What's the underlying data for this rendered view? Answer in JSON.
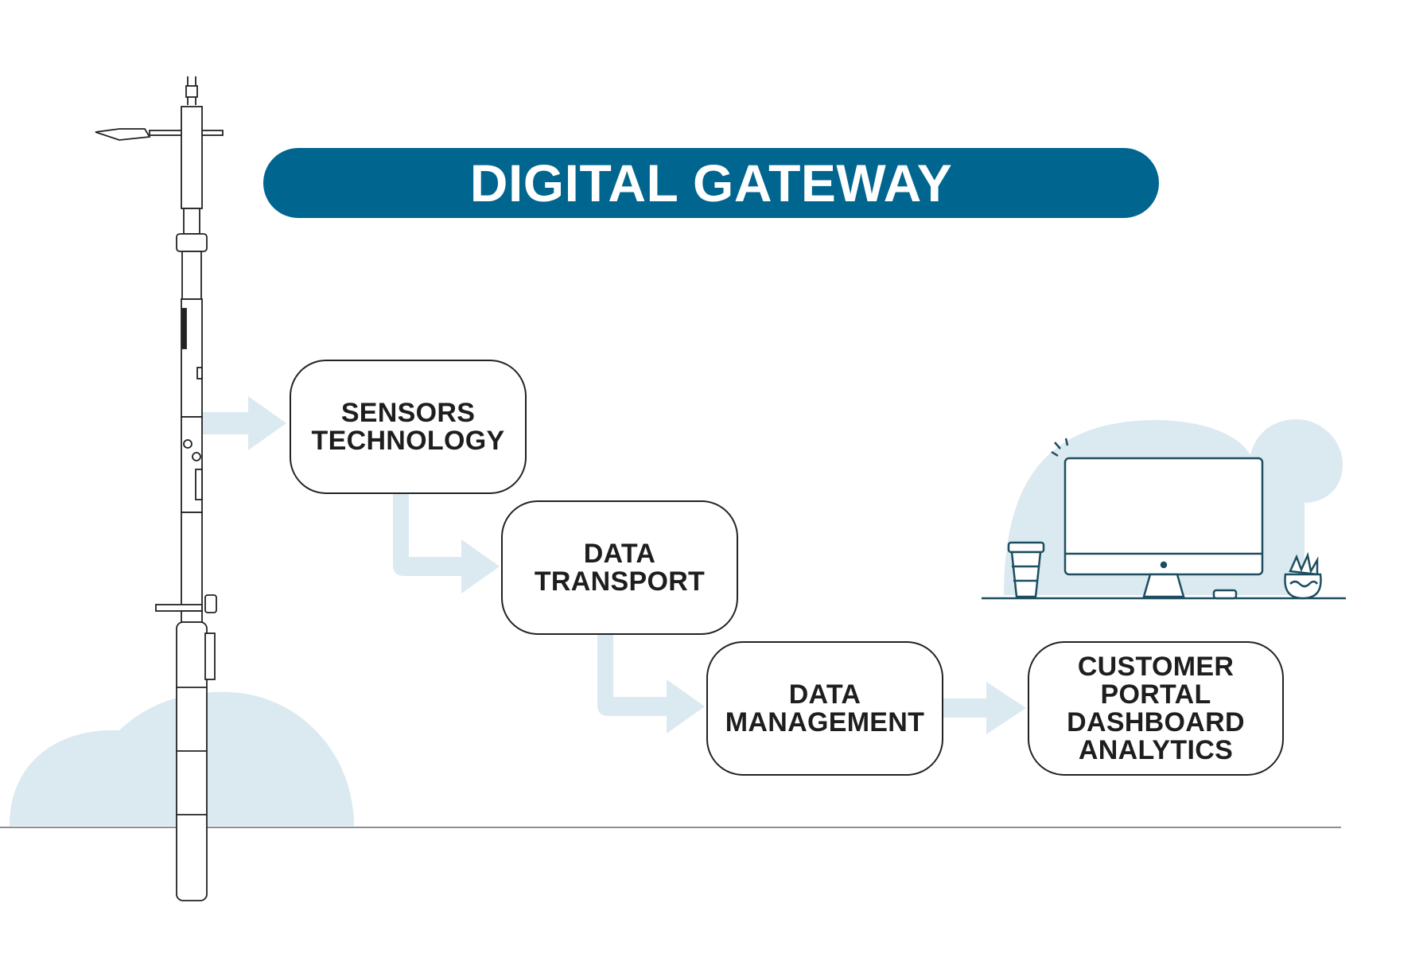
{
  "title": "DIGITAL GATEWAY",
  "nodes": [
    {
      "id": "sensors",
      "lines": [
        "SENSORS",
        "TECHNOLOGY"
      ]
    },
    {
      "id": "transport",
      "lines": [
        "DATA",
        "TRANSPORT"
      ]
    },
    {
      "id": "management",
      "lines": [
        "DATA",
        "MANAGEMENT"
      ]
    },
    {
      "id": "portal",
      "lines": [
        "CUSTOMER",
        "PORTAL",
        "DASHBOARD",
        "ANALYTICS"
      ]
    }
  ],
  "colors": {
    "title_bg": "#00668f",
    "arrow": "#dbe9f1",
    "blob": "#dbe9f1",
    "outline": "#222222",
    "text": "#1e1e1e",
    "accent_line": "#1c4e60"
  },
  "icons": [
    "sensor-pole-icon",
    "monitor-icon",
    "coffee-cup-icon",
    "plant-pot-icon",
    "flow-arrow-icon"
  ]
}
